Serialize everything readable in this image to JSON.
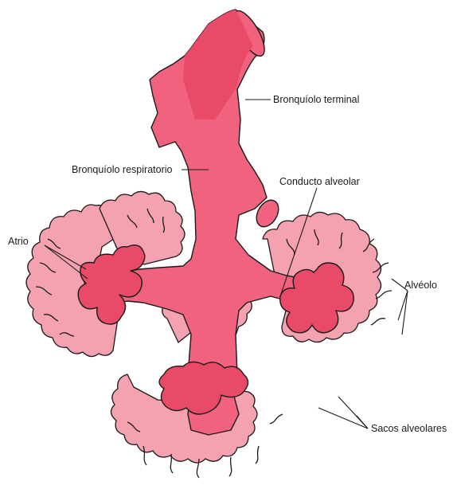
{
  "labels": {
    "bronquiolo_terminal": "Bronquíolo terminal",
    "bronquiolo_respiratorio": "Bronquíolo respiratorio",
    "conducto_alveolar": "Conducto alveolar",
    "atrio": "Atrio",
    "alveolo": "Alvéolo",
    "sacos_alveolares": "Sacos alveolares"
  },
  "colors": {
    "tissue": "#f0627d",
    "tissue_dark": "#e84a68",
    "alveolar": "#f4a1b0",
    "outline": "#1a1a1a",
    "background": "#ffffff"
  }
}
